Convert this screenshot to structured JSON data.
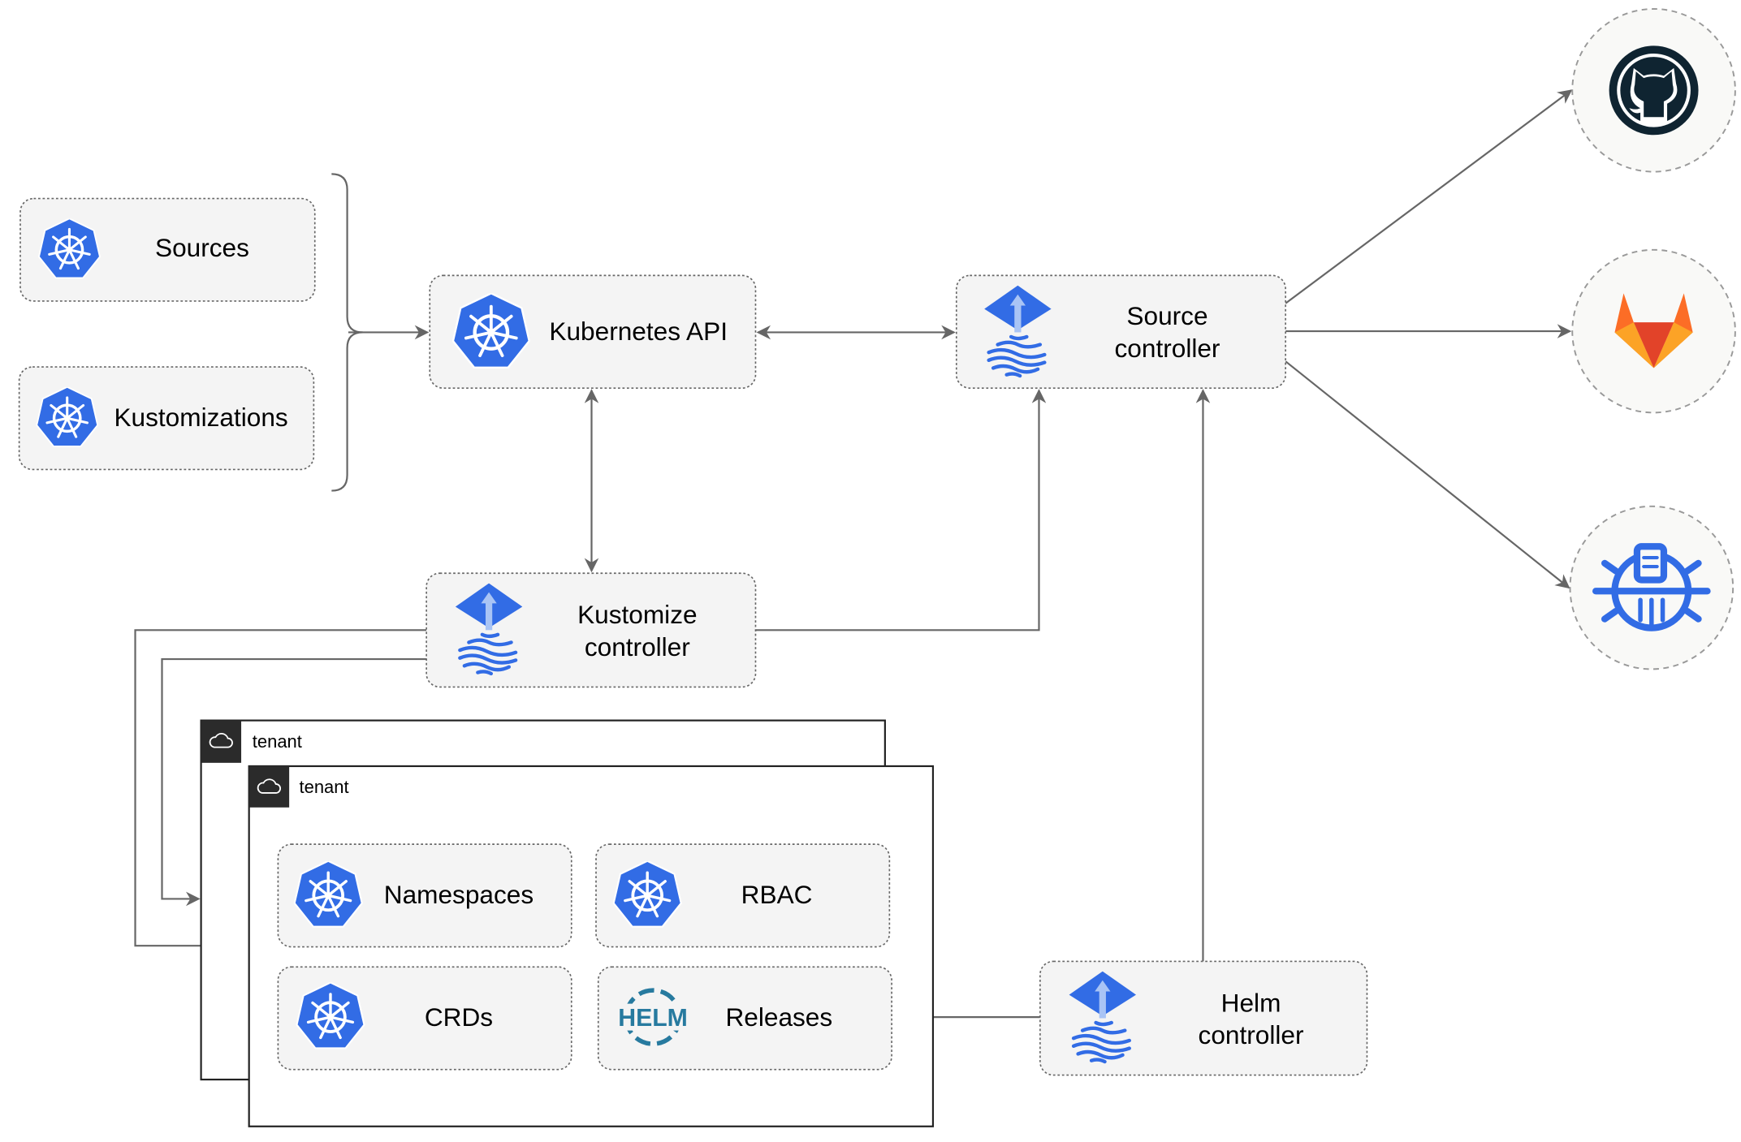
{
  "colors": {
    "kubernetes_blue": "#326ce5",
    "edge": "#666666",
    "node_fill": "#f4f4f4",
    "github_dark": "#0f2431",
    "gitlab_orange": "#e24329",
    "helm_blue": "#277a9f"
  },
  "inputs": {
    "sources": {
      "label": "Sources",
      "icon": "kubernetes-icon"
    },
    "kustomizations": {
      "label": "Kustomizations",
      "icon": "kubernetes-icon"
    }
  },
  "kubernetes_api": {
    "label": "Kubernetes API",
    "icon": "kubernetes-icon"
  },
  "source_controller": {
    "line1": "Source",
    "line2": "controller",
    "icon": "flux-icon"
  },
  "kustomize_controller": {
    "line1": "Kustomize",
    "line2": "controller",
    "icon": "flux-icon"
  },
  "helm_controller": {
    "line1": "Helm",
    "line2": "controller",
    "icon": "flux-icon"
  },
  "tenants": [
    {
      "label": "tenant",
      "icon": "cloud-icon"
    },
    {
      "label": "tenant",
      "icon": "cloud-icon"
    }
  ],
  "tenant_resources": [
    {
      "label": "Namespaces",
      "icon": "kubernetes-icon"
    },
    {
      "label": "RBAC",
      "icon": "kubernetes-icon"
    },
    {
      "label": "CRDs",
      "icon": "kubernetes-icon"
    },
    {
      "label": "Releases",
      "icon": "helm-icon",
      "logo_text": "HELM"
    }
  ],
  "external_sources": [
    {
      "icon": "github-icon"
    },
    {
      "icon": "gitlab-icon"
    },
    {
      "icon": "bucket-icon"
    }
  ]
}
